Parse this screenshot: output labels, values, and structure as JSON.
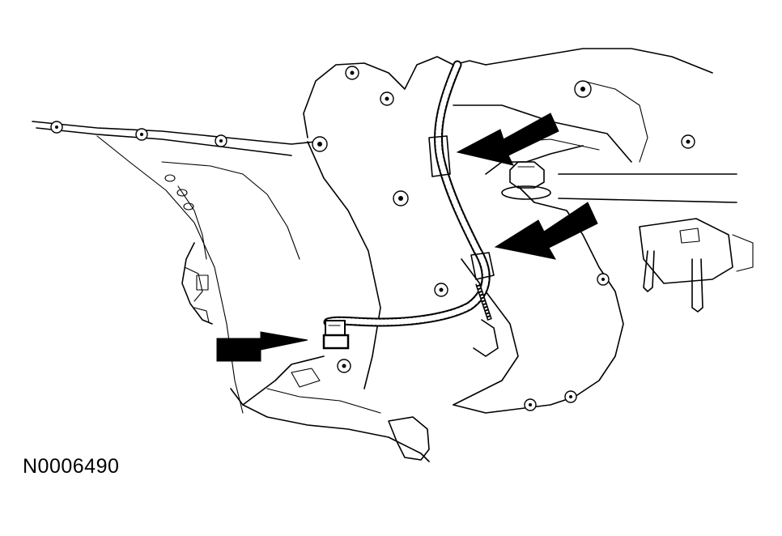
{
  "figure": {
    "id_label": "N0006490"
  },
  "callouts": [
    {
      "name": "arrow-upper-harness-clip",
      "points_to": "harness-clip-upper"
    },
    {
      "name": "arrow-middle-harness-clip",
      "points_to": "harness-clip-middle"
    },
    {
      "name": "arrow-sensor-connector",
      "points_to": "sensor-connector"
    }
  ],
  "colors": {
    "line": "#000000",
    "background": "#ffffff"
  }
}
